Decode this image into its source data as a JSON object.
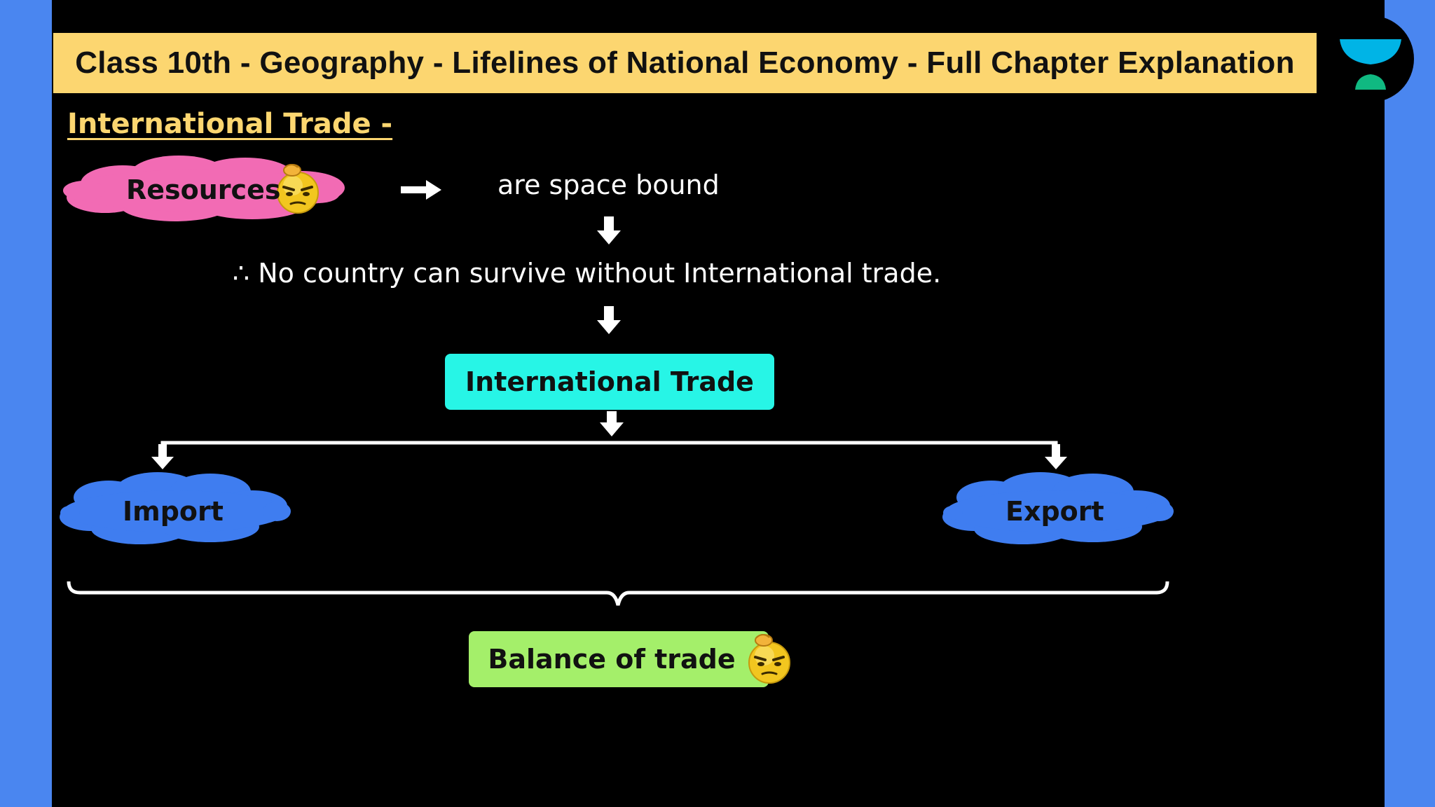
{
  "header": {
    "title": "Class 10th - Geography - Lifelines of National Economy - Full Chapter Explanation"
  },
  "section_heading": "International Trade -",
  "diagram": {
    "resources": "Resources",
    "space_bound": "are space bound",
    "conclusion": "∴ No country can survive without International trade.",
    "international_trade": "International Trade",
    "import": "Import",
    "export": "Export",
    "balance_of_trade": "Balance of trade"
  },
  "colors": {
    "title_bar": "#fcd670",
    "heading": "#fcd670",
    "resources_cloud": "#f26bb4",
    "import_export_cloud": "#3f7df0",
    "trade_box": "#27f5e6",
    "balance_box": "#a4ef6a",
    "frame": "#4a86f0"
  },
  "icons": [
    "logo-icon",
    "thinking-emoji-icon",
    "right-arrow-icon",
    "down-arrow-icon",
    "brace-icon"
  ]
}
